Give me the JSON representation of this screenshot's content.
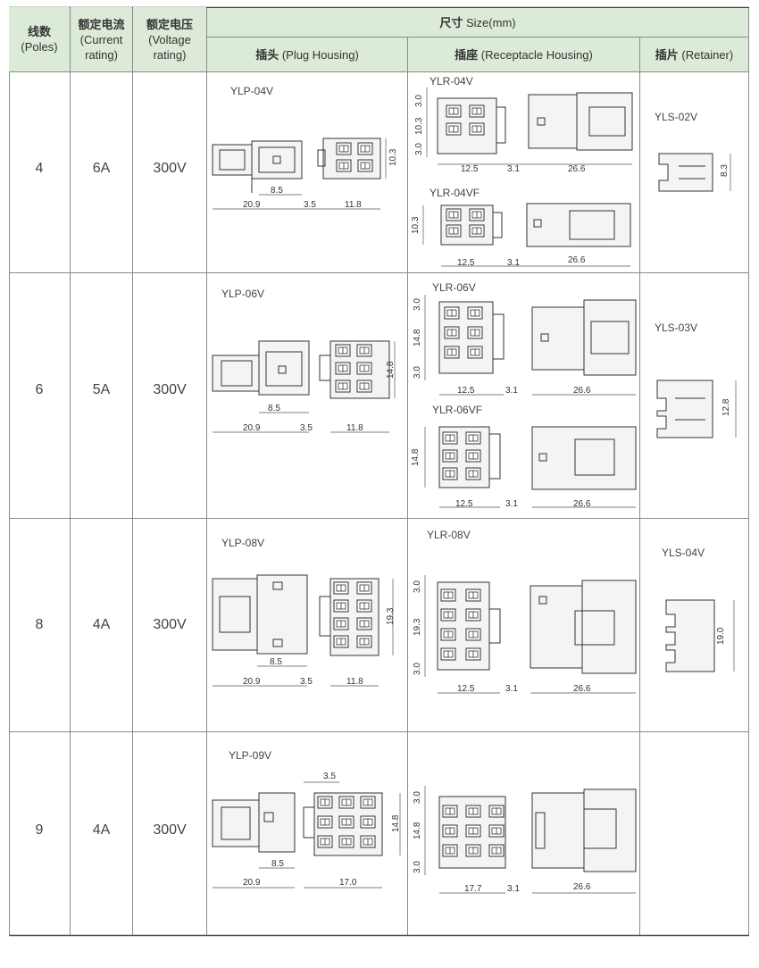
{
  "header": {
    "poles": {
      "zh": "线数",
      "en": "(Poles)"
    },
    "current": {
      "zh": "额定电流",
      "en1": "(Current",
      "en2": "rating)"
    },
    "voltage": {
      "zh": "额定电压",
      "en1": "(Voltage",
      "en2": "rating)"
    },
    "size": {
      "zh": "尺寸",
      "en": " Size(mm)"
    },
    "plug": {
      "zh": "插头",
      "en": " (Plug Housing)"
    },
    "receptacle": {
      "zh": "插座",
      "en": " (Receptacle Housing)"
    },
    "retainer": {
      "zh": "插片",
      "en": " (Retainer)"
    }
  },
  "rows": [
    {
      "poles": "4",
      "current": "6A",
      "voltage": "300V",
      "plug_model": "YLP-04V",
      "plug_dims": {
        "a": "8.5",
        "b": "20.9",
        "c": "3.5",
        "d": "11.8",
        "h": "10.3"
      },
      "rec1_model": "YLR-04V",
      "rec1_dims": {
        "t": "3.0",
        "m": "10.3",
        "b2": "3.0",
        "w": "12.5",
        "g": "3.1",
        "l": "26.6"
      },
      "rec2_model": "YLR-04VF",
      "rec2_dims": {
        "m": "10.3",
        "w": "12.5",
        "g": "3.1",
        "l": "26.6"
      },
      "ret_model": "YLS-02V",
      "ret_dim": "8.3"
    },
    {
      "poles": "6",
      "current": "5A",
      "voltage": "300V",
      "plug_model": "YLP-06V",
      "plug_dims": {
        "a": "8.5",
        "b": "20.9",
        "c": "3.5",
        "d": "11.8",
        "h": "14.8"
      },
      "rec1_model": "YLR-06V",
      "rec1_dims": {
        "t": "3.0",
        "m": "14.8",
        "b2": "3.0",
        "w": "12.5",
        "g": "3.1",
        "l": "26.6"
      },
      "rec2_model": "YLR-06VF",
      "rec2_dims": {
        "m": "14.8",
        "w": "12.5",
        "g": "3.1",
        "l": "26.6"
      },
      "ret_model": "YLS-03V",
      "ret_dim": "12.8"
    },
    {
      "poles": "8",
      "current": "4A",
      "voltage": "300V",
      "plug_model": "YLP-08V",
      "plug_dims": {
        "a": "8.5",
        "b": "20.9",
        "c": "3.5",
        "d": "11.8",
        "h": "19.3"
      },
      "rec1_model": "YLR-08V",
      "rec1_dims": {
        "t": "3.0",
        "m": "19.3",
        "b2": "3.0",
        "w": "12.5",
        "g": "3.1",
        "l": "26.6"
      },
      "ret_model": "YLS-04V",
      "ret_dim": "19.0"
    },
    {
      "poles": "9",
      "current": "4A",
      "voltage": "300V",
      "plug_model": "YLP-09V",
      "plug_dims": {
        "top": "3.5",
        "a": "8.5",
        "b": "20.9",
        "d": "17.0",
        "h": "14.8"
      },
      "rec1_dims": {
        "t": "3.0",
        "m": "14.8",
        "b2": "3.0",
        "w": "17.7",
        "g": "3.1",
        "l": "26.6"
      }
    }
  ]
}
